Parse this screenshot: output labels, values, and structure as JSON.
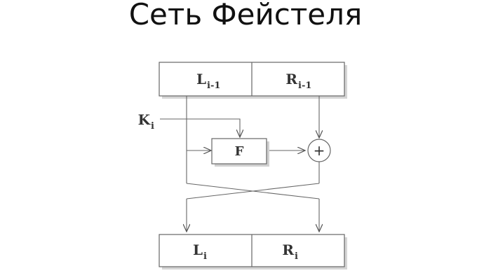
{
  "title": "Сеть Фейстеля",
  "diagram": {
    "input_left": {
      "main": "L",
      "sub": "i-1"
    },
    "input_right": {
      "main": "R",
      "sub": "i-1"
    },
    "key": {
      "main": "K",
      "sub": "i"
    },
    "function_label": "F",
    "xor_symbol": "+",
    "output_left": {
      "main": "L",
      "sub": "i"
    },
    "output_right": {
      "main": "R",
      "sub": "i"
    }
  }
}
